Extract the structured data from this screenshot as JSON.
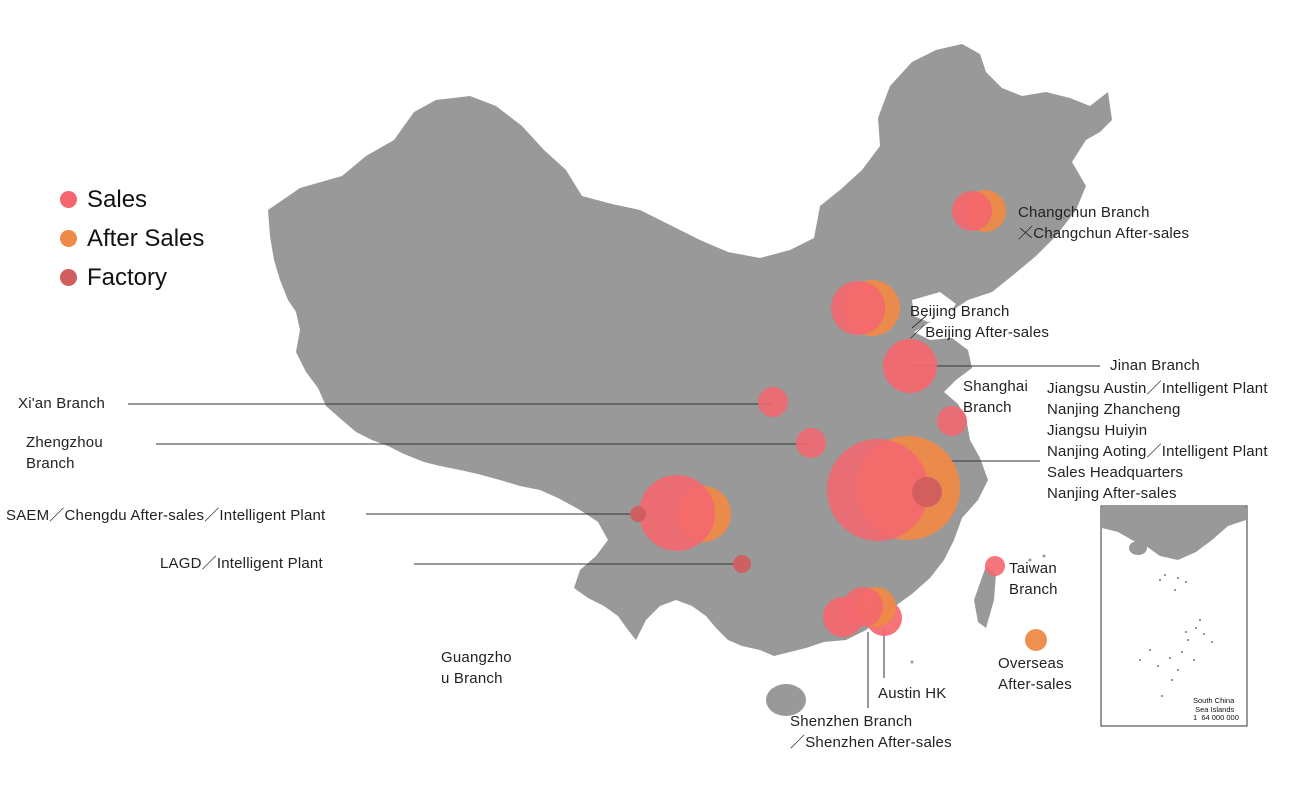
{
  "legend": {
    "items": [
      {
        "label": "Sales",
        "color": "#F4676E"
      },
      {
        "label": "After Sales",
        "color": "#EE8A48"
      },
      {
        "label": "Factory",
        "color": "#D05E5E"
      }
    ]
  },
  "colors": {
    "land": "#999999",
    "sales": "#F4676E",
    "after_sales": "#EE8A48",
    "factory": "#D05E5E",
    "leader": "#333333"
  },
  "labels": {
    "changchun": "Changchun Branch\n／Changchun After-sales",
    "beijing": "Beijing Branch\n／Beijing After-sales",
    "jinan": "Jinan Branch",
    "xian": "Xi'an Branch",
    "shanghai": "Shanghai\nBranch",
    "zhengzhou": "Zhengzhou\nBranch",
    "nanjing": "Jiangsu Austin／Intelligent Plant\nNanjing Zhancheng\nJiangsu Huiyin\nNanjing Aoting／Intelligent Plant\nSales Headquarters\nNanjing After-sales",
    "chengdu": "SAEM／Chengdu After-sales／Intelligent Plant",
    "lagd": "LAGD／Intelligent Plant",
    "taiwan": "Taiwan\nBranch",
    "overseas": "Overseas\nAfter-sales",
    "guangzhou": "Guangzho\nu Branch",
    "austin_hk": "Austin HK",
    "shenzhen": "Shenzhen Branch\n／Shenzhen After-sales"
  },
  "inset": {
    "caption": "South China\n Sea Islands\n1  64 000 000"
  }
}
